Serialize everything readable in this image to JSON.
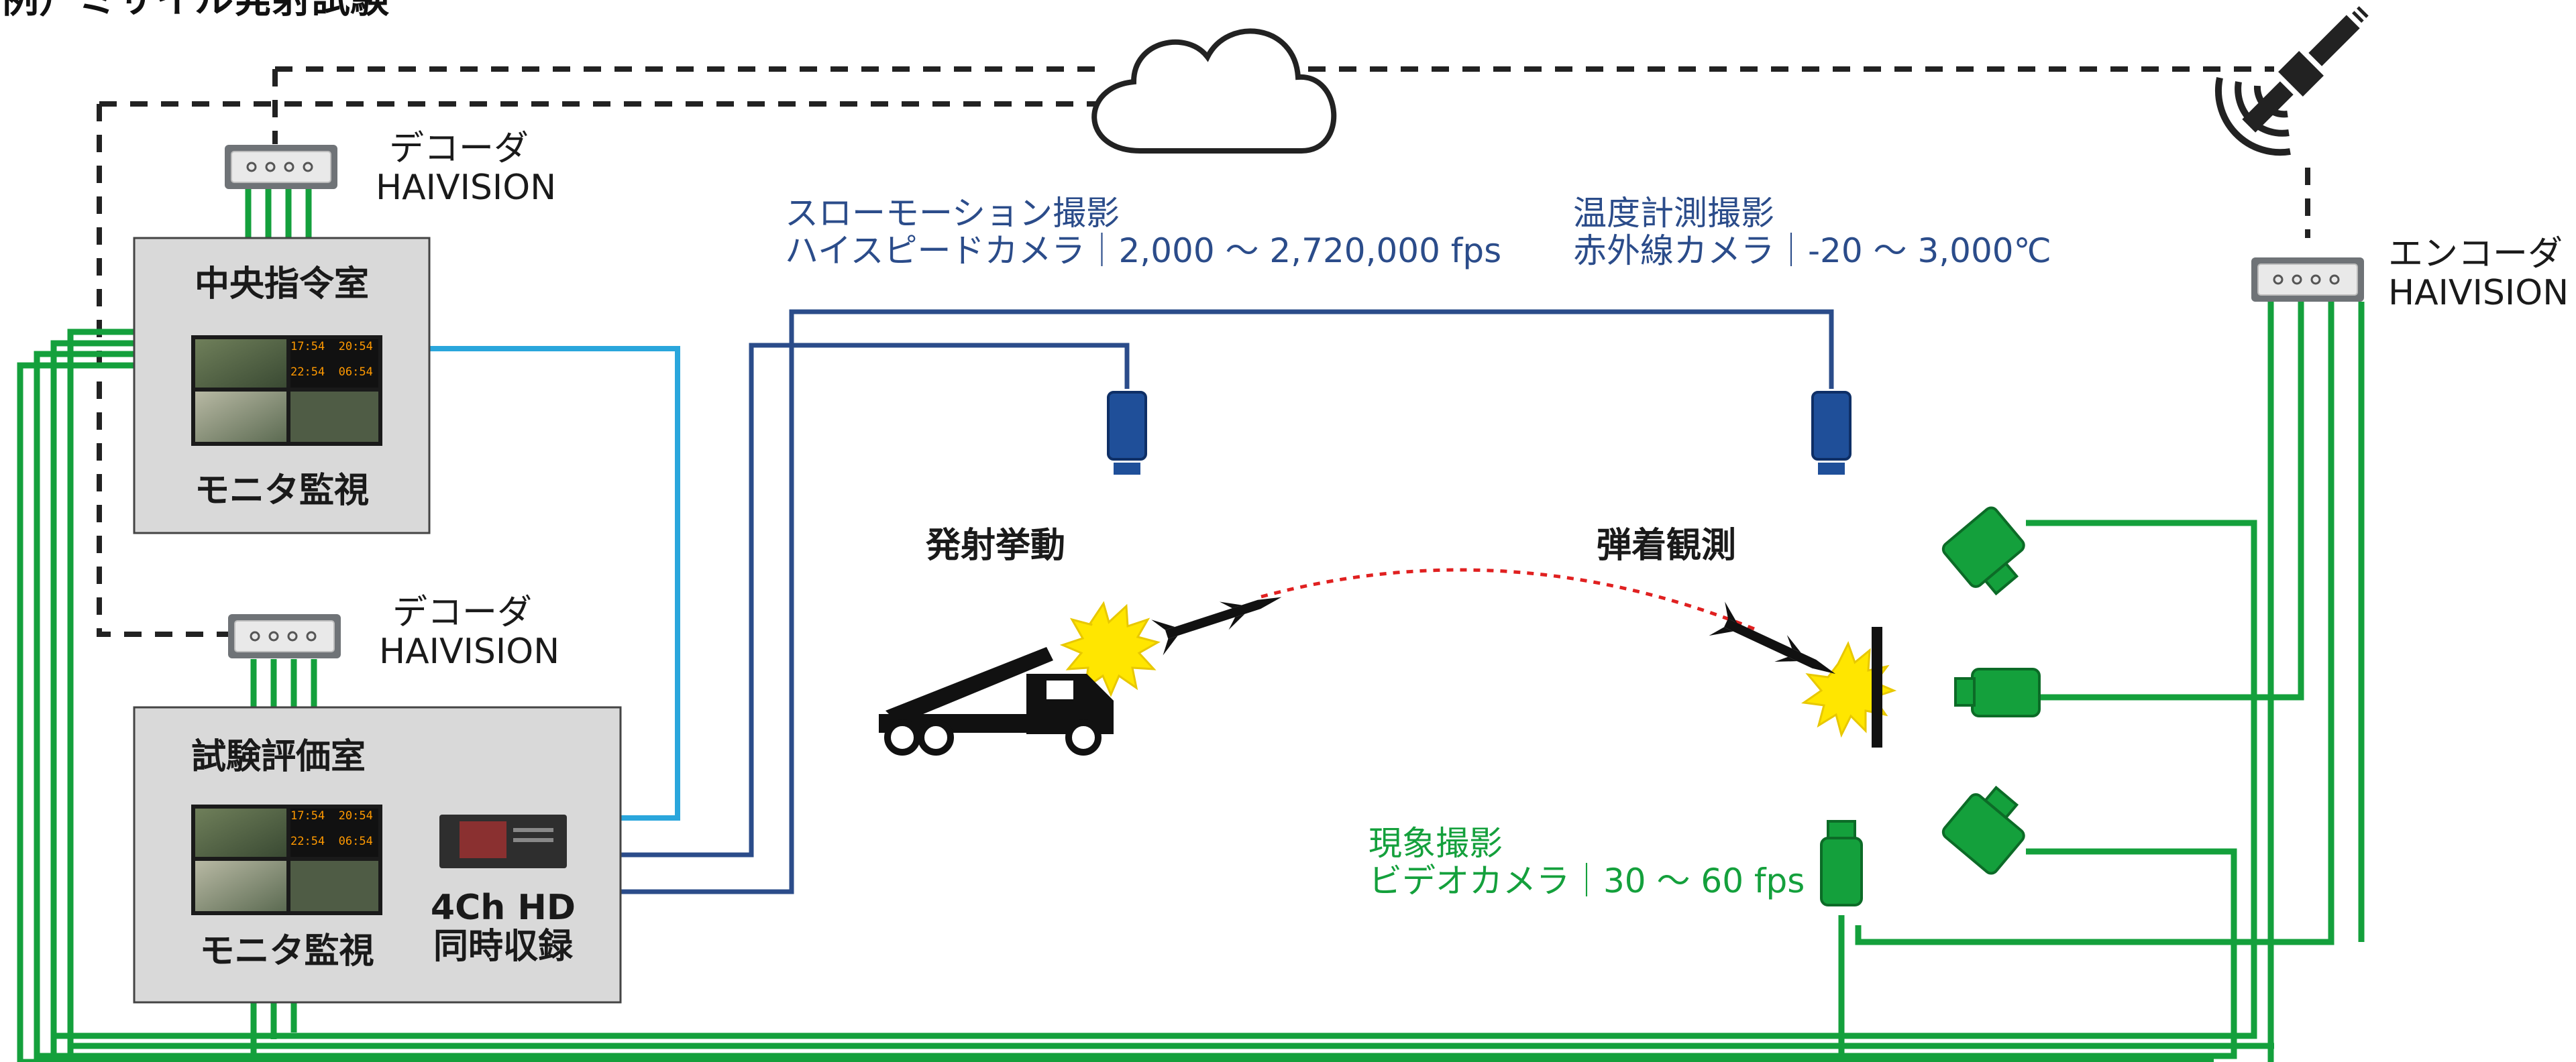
{
  "title": "例）ミサイル発射試験",
  "decoder_top": {
    "name": "デコーダ",
    "brand": "HAIVISION"
  },
  "decoder_bottom": {
    "name": "デコーダ",
    "brand": "HAIVISION"
  },
  "encoder": {
    "name": "エンコーダ",
    "brand": "HAIVISION"
  },
  "control_room": {
    "title": "中央指令室",
    "monitor_label": "モニタ監視",
    "monitor_times": [
      "17:54",
      "20:54",
      "22:54",
      "06:54"
    ]
  },
  "eval_room": {
    "title": "試験評価室",
    "monitor_label": "モニタ監視",
    "recorder_label_1": "4Ch HD",
    "recorder_label_2": "同時収録",
    "monitor_times": [
      "17:54",
      "20:54",
      "22:54",
      "06:54"
    ]
  },
  "slowmo": {
    "line1": "スローモーション撮影",
    "line2": "ハイスピードカメラ｜2,000 ～ 2,720,000 fps"
  },
  "thermal": {
    "line1": "温度計測撮影",
    "line2": "赤外線カメラ｜-20 ～ 3,000℃"
  },
  "phenomenon": {
    "line1": "現象撮影",
    "line2": "ビデオカメラ｜30 ～ 60 fps"
  },
  "launch_label": "発射挙動",
  "impact_label": "弾着観測",
  "colors": {
    "network_green": "#14a03c",
    "camera_blue": "#2b4c8a",
    "cable_cyan": "#2aa6dc",
    "dashed": "#222222",
    "room_fill": "#d9d9d9",
    "flash_yellow": "#ffe600",
    "trajectory_red": "#e02020"
  },
  "icons": [
    "cloud-icon",
    "satellite-icon",
    "decoder-icon",
    "encoder-icon",
    "missile-icon",
    "launcher-truck-icon",
    "flash-icon",
    "high-speed-camera-icon",
    "thermal-camera-icon",
    "video-camera-icon",
    "recorder-icon"
  ]
}
